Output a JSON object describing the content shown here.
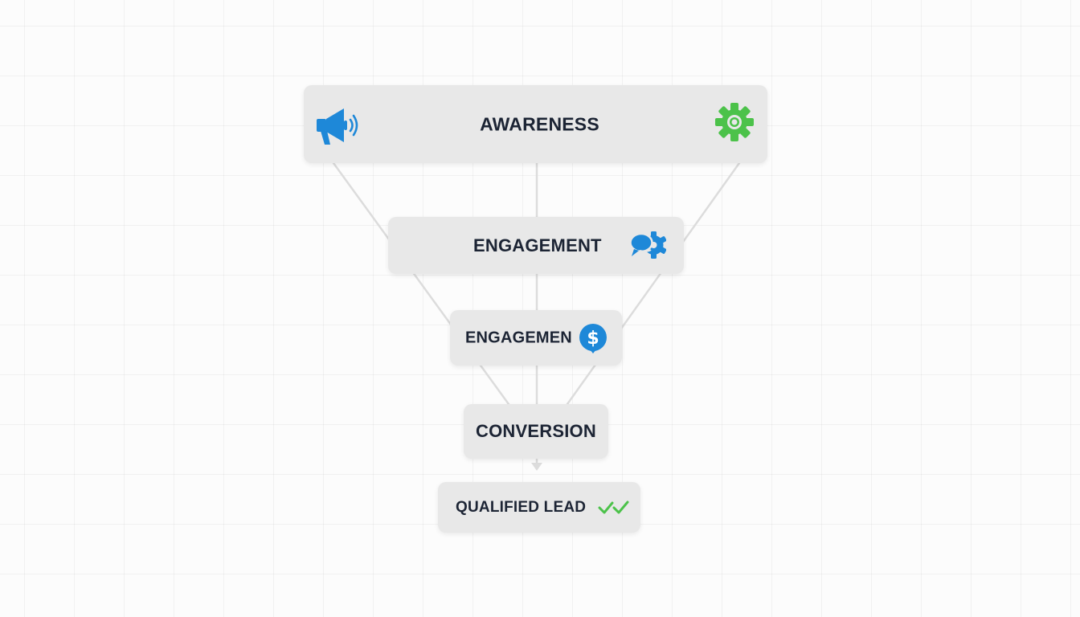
{
  "funnel": {
    "stages": [
      {
        "label": "AWARENESS",
        "icons": [
          "megaphone-icon",
          "gear-icon"
        ]
      },
      {
        "label": "ENGAGEMENT",
        "icons": [
          "chat-gear-icon"
        ]
      },
      {
        "label": "ENGAGEMEN",
        "icons": [
          "dollar-icon"
        ]
      },
      {
        "label": "CONVERSION",
        "icons": []
      },
      {
        "label": "QUALIFIED LEAD",
        "icons": [
          "double-check-icon"
        ]
      }
    ]
  },
  "colors": {
    "blue": "#1e88d8",
    "green": "#4cc24a",
    "text": "#1c2434",
    "box": "#e8e8e8",
    "connector": "#dcdcdc"
  }
}
